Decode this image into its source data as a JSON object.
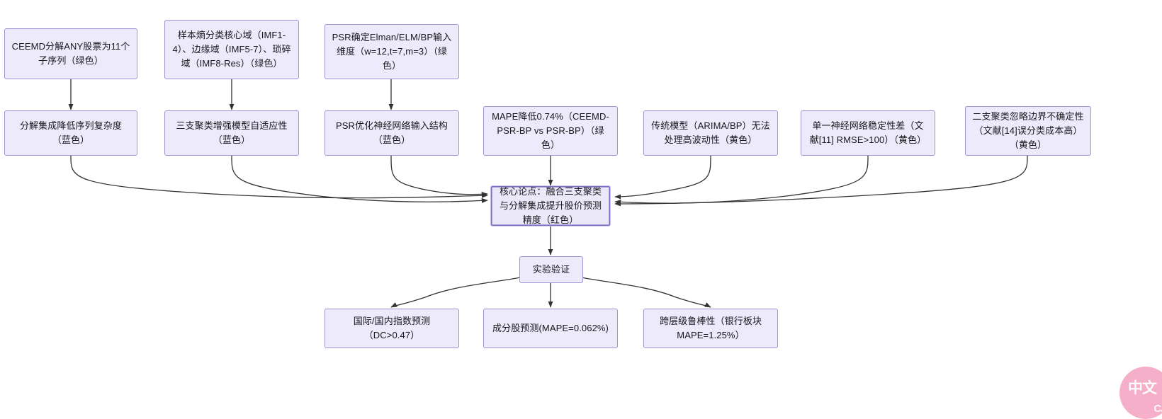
{
  "diagram": {
    "type": "flowchart",
    "direction": "top-down-converging",
    "background_color": "#ffffff",
    "node_fill": "#ECEAFB",
    "node_border": "#9e95d6",
    "core_border": "#7b6fc4",
    "edge_color": "#333333"
  },
  "nodes": {
    "row_top": [
      {
        "id": "t1",
        "label": "CEEMD分解ANY股票为11个子序列（绿色）"
      },
      {
        "id": "t2",
        "label": "样本熵分类核心域（IMF1-4）、边缘域（IMF5-7）、琐碎域（IMF8-Res）（绿色）"
      },
      {
        "id": "t3",
        "label": "PSR确定Elman/ELM/BP输入维度（w=12,t=7,m=3）（绿色）"
      }
    ],
    "row_mid": [
      {
        "id": "m1",
        "label": "分解集成降低序列复杂度（蓝色）"
      },
      {
        "id": "m2",
        "label": "三支聚类增强模型自适应性（蓝色）"
      },
      {
        "id": "m3",
        "label": "PSR优化神经网络输入结构（蓝色）"
      },
      {
        "id": "m4",
        "label": "MAPE降低0.74%（CEEMD-PSR-BP vs PSR-BP）（绿色）"
      },
      {
        "id": "m5",
        "label": "传统模型（ARIMA/BP）无法处理高波动性（黄色）"
      },
      {
        "id": "m6",
        "label": "单一神经网络稳定性差（文献[11] RMSE>100）（黄色）"
      },
      {
        "id": "m7",
        "label": "二支聚类忽略边界不确定性（文献[14]误分类成本高）（黄色）"
      }
    ],
    "core": {
      "id": "core",
      "label": "核心论点：融合三支聚类与分解集成提升股价预测精度（红色）"
    },
    "validation": {
      "id": "val",
      "label": "实验验证"
    },
    "row_bottom": [
      {
        "id": "b1",
        "label": "国际/国内指数预测（DC>0.47）"
      },
      {
        "id": "b2",
        "label": "成分股预测(MAPE=0.062%)"
      },
      {
        "id": "b3",
        "label": "跨层级鲁棒性（银行板块MAPE=1.25%）"
      }
    ]
  },
  "watermark": {
    "primary": "中文",
    "secondary": "CA",
    "color": "#f5a2bf"
  }
}
